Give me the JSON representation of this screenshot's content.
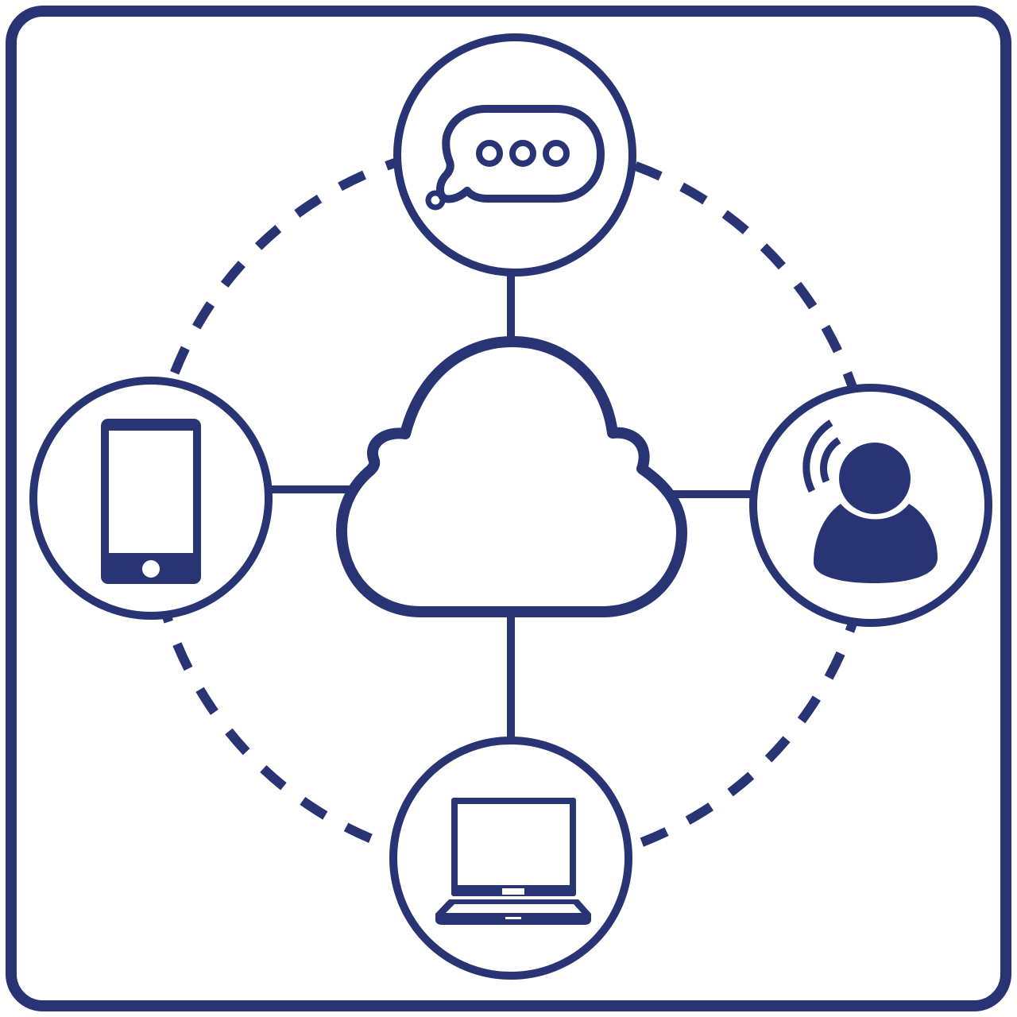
{
  "colors": {
    "primary": "#283474",
    "background": "#ffffff"
  },
  "diagram": {
    "center_node": {
      "icon": "cloud-icon"
    },
    "nodes": [
      {
        "position": "top",
        "icon": "chat-bubble-icon"
      },
      {
        "position": "left",
        "icon": "smartphone-icon"
      },
      {
        "position": "right",
        "icon": "user-calling-icon"
      },
      {
        "position": "bottom",
        "icon": "laptop-icon"
      }
    ],
    "ring": {
      "style": "dashed"
    }
  }
}
